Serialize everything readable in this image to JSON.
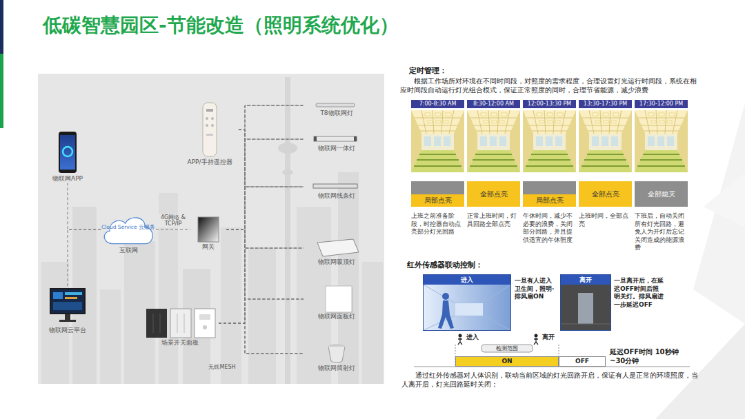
{
  "diagram": {
    "title": "低碳智慧园区-节能改造（照明系统优化）",
    "nodes": [
      {
        "text": [
          "物联网APP"
        ]
      },
      {
        "text": [
          "Cloud Service 云服务",
          "互联网"
        ]
      },
      {
        "text": [
          "物联网云平台"
        ]
      },
      {
        "text": [
          "APP/手持遥控器"
        ]
      },
      {
        "text": [
          "网关"
        ]
      },
      {
        "text": [
          "场景开关面板"
        ]
      },
      {
        "text": [
          "T8物联网灯"
        ]
      },
      {
        "text": [
          "物联网一体灯"
        ]
      },
      {
        "text": [
          "物联网线条灯"
        ]
      },
      {
        "text": [
          "物联网吸顶灯"
        ]
      },
      {
        "text": [
          "物联网面板灯"
        ]
      },
      {
        "text": [
          "物联网筒射灯"
        ]
      },
      {
        "text": [
          "7:00-8:30 AM"
        ]
      },
      {
        "text": [
          "8:30-12:00 AM"
        ]
      },
      {
        "text": [
          "12:00-13:30 PM"
        ]
      },
      {
        "text": [
          "13:30-17:30 PM"
        ]
      },
      {
        "text": [
          "17:30-12:00 PM"
        ]
      },
      {
        "text": [
          "局部点亮"
        ]
      },
      {
        "text": [
          "全部点亮"
        ]
      },
      {
        "text": [
          "局部点亮"
        ]
      },
      {
        "text": [
          "全部点亮"
        ]
      },
      {
        "text": [
          "全部熄灭"
        ]
      },
      {
        "text": [
          "进入"
        ]
      },
      {
        "text": [
          "离开"
        ]
      },
      {
        "text": [
          "ON"
        ]
      },
      {
        "text": [
          "OFF"
        ]
      }
    ],
    "edges": [
      {
        "from": 0,
        "to": 1,
        "arrow": "none"
      },
      {
        "from": 1,
        "to": 2,
        "arrow": "none"
      },
      {
        "from": 1,
        "to": 4,
        "label": "4G网络 & TCP/IP",
        "arrow": "none"
      },
      {
        "from": 3,
        "to": 6,
        "arrow": "none"
      },
      {
        "from": 3,
        "to": 7,
        "arrow": "none"
      },
      {
        "from": 3,
        "to": 8,
        "arrow": "none"
      },
      {
        "from": 3,
        "to": 9,
        "arrow": "none"
      },
      {
        "from": 3,
        "to": 10,
        "arrow": "none"
      },
      {
        "from": 3,
        "to": 11,
        "arrow": "none"
      },
      {
        "from": 4,
        "to": 6,
        "arrow": "none"
      },
      {
        "from": 4,
        "to": 7,
        "arrow": "none"
      },
      {
        "from": 4,
        "to": 8,
        "arrow": "none"
      },
      {
        "from": 4,
        "to": 9,
        "arrow": "none"
      },
      {
        "from": 4,
        "to": 10,
        "arrow": "none"
      },
      {
        "from": 4,
        "to": 11,
        "arrow": "none"
      },
      {
        "from": 5,
        "to": 6,
        "arrow": "none"
      },
      {
        "from": 5,
        "to": 7,
        "arrow": "none"
      },
      {
        "from": 5,
        "to": 8,
        "arrow": "none"
      },
      {
        "from": 5,
        "to": 9,
        "arrow": "none"
      },
      {
        "from": 5,
        "to": 10,
        "arrow": "none"
      },
      {
        "from": 5,
        "to": 11,
        "arrow": "none"
      }
    ],
    "labels": [
      "无线MESH",
      "定时管理：",
      "根据工作场所对环境在不同时间段，对照度的需求程度，合理设置灯光运行时间段，系统在相应时间段自动运行灯光组合模式，保证正常照度的同时，合理节省能源，减少浪费",
      "上班之前准备阶段，时控器自动点亮部分灯光回路",
      "正常上班时间，灯具回路全部点亮",
      "午休时间，减少不必要的浪费，关闭部分回路，并且提供适宜的午休照度",
      "上班时间，全部点亮",
      "下班后，自动关闭所有灯光回路，避免人为开灯后忘记关闭造成的能源浪费",
      "红外传感器联动控制：",
      "一旦有人进入卫生间，照明·排风扇ON",
      "一旦离开后，在延迟OFF时间后照明关灯。排风扇进一步延迟OFF",
      "进入",
      "检测范围",
      "离开",
      "延迟OFF时间 10秒钟~30分钟",
      "通过红外传感器对人体识别，联动当前区域的灯光回路开启，保证有人是正常的环境照度，当人离开后，灯光回路延时关闭；"
    ]
  }
}
